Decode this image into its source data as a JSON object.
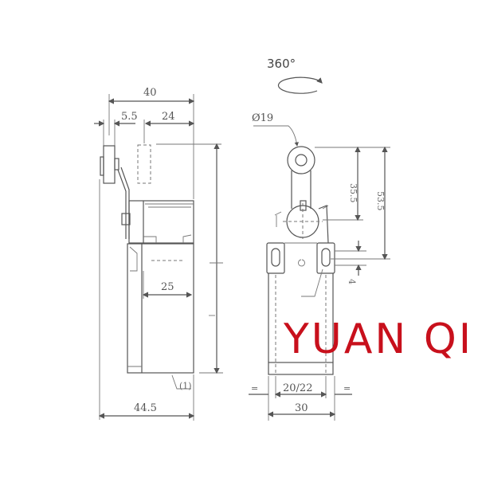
{
  "drawing": {
    "left_view": {
      "dim_overall_top": "40",
      "dim_roller_offset": "5.5",
      "dim_lever_span": "24",
      "dim_body_inner": "25",
      "dim_overall_bottom": "44.5",
      "callout_1": "(1)"
    },
    "right_view": {
      "rotation_label": "360°",
      "roller_diameter": "Ø19",
      "dim_roller_to_hub": "35.5",
      "dim_roller_to_mount": "53.5",
      "dim_small": "4",
      "dim_mount_spacing": "20/22",
      "dim_width": "30",
      "equal_left": "=",
      "equal_right": "="
    },
    "watermark": "YUAN QI",
    "colors": {
      "lines": "#555555",
      "watermark": "#c8101c"
    }
  }
}
